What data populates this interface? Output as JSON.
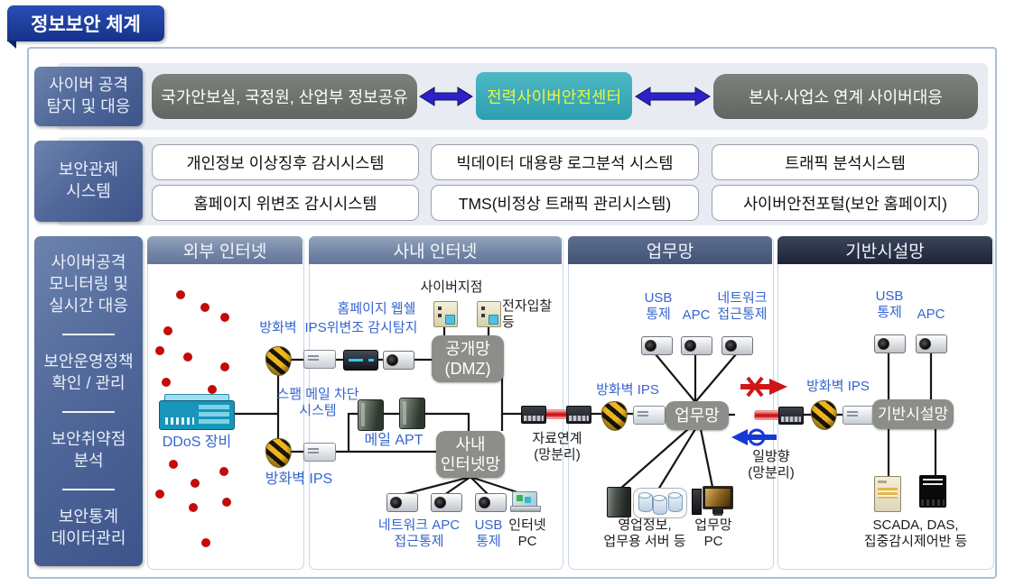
{
  "title": "정보보안 체계",
  "colors": {
    "accent_teal": "#3fafbc",
    "arrow_blue": "#2b22c8",
    "label_blue": "#3565cf",
    "alert_red": "#c30b0b",
    "panel_navy": "#1e2438"
  },
  "detection_row": {
    "label": "사이버 공격\n탐지 및 대응",
    "share_box": "국가안보실, 국정원, 산업부 정보공유",
    "center_box": "전력사이버안전센터",
    "response_box": "본사·사업소 연계 사이버대응"
  },
  "control_row": {
    "label": "보안관제\n시스템",
    "systems": [
      "개인정보 이상징후 감시시스템",
      "빅데이터 대용량 로그분석 시스템",
      "트래픽 분석시스템",
      "홈페이지 위변조 감시시스템",
      "TMS(비정상 트래픽 관리시스템)",
      "사이버안전포털(보안 홈페이지)"
    ]
  },
  "sidebar": {
    "items": [
      "사이버공격\n모니터링 및\n실시간 대응",
      "보안운영정책\n확인 / 관리",
      "보안취약점\n분석",
      "보안통계\n데이터관리"
    ]
  },
  "external": {
    "title": "외부 인터넷",
    "ddos_label": "DDoS 장비"
  },
  "internal": {
    "title": "사내 인터넷",
    "webshell_line1": "홈페이지 웹쉘",
    "firewall_top": "방화벽",
    "ips_tamper": "IPS위변조 감시탐지",
    "cyber_branch": "사이버지점",
    "e_bidding": "전자입찰\n등",
    "dmz_box": "공개망\n(DMZ)",
    "spam_system": "스팸 메일 차단\n시스템",
    "mail_apt": "메일 APT",
    "intranet_box": "사내\n인터넷망",
    "firewall_ips": "방화벽  IPS",
    "nac_label": "네트워크 APC\n접근통제",
    "usb_label": "USB\n통제",
    "internet_pc": "인터넷\nPC"
  },
  "business": {
    "title": "업무망",
    "usb_label": "USB\n통제",
    "apc_label": "APC",
    "nac_label": "네트워크\n접근통제",
    "firewall_ips": "방화벽 IPS",
    "network_box": "업무망",
    "data_link": "자료연계\n(망분리)",
    "servers_label": "영업정보,\n업무용 서버 등",
    "pc_label": "업무망\nPC",
    "oneway_label": "일방향\n(망분리)"
  },
  "infra": {
    "title": "기반시설망",
    "usb_label": "USB\n통제",
    "apc_label": "APC",
    "firewall_ips": "방화벽 IPS",
    "network_box": "기반시설망",
    "scada_label": "SCADA, DAS,\n집중감시제어반 등"
  }
}
